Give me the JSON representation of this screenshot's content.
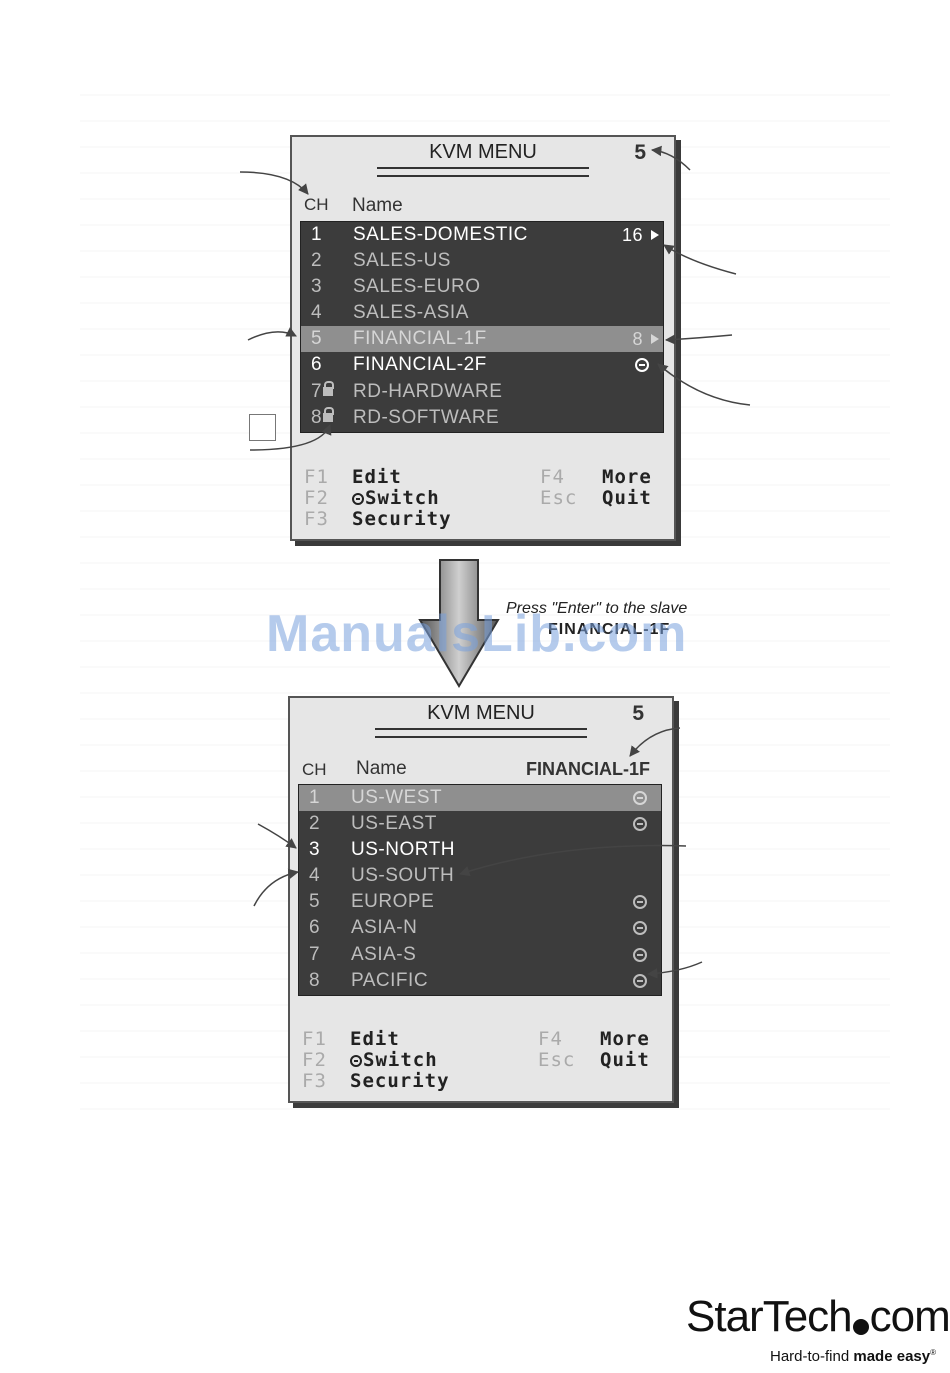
{
  "menu1": {
    "title": "KVM MENU",
    "count": "5",
    "col_ch": "CH",
    "col_name": "Name",
    "rows": [
      {
        "num": "1",
        "name": "SALES-DOMESTIC",
        "count": "16"
      },
      {
        "num": "2",
        "name": "SALES-US"
      },
      {
        "num": "3",
        "name": "SALES-EURO"
      },
      {
        "num": "4",
        "name": "SALES-ASIA"
      },
      {
        "num": "5",
        "name": "FINANCIAL-1F",
        "count": "8"
      },
      {
        "num": "6",
        "name": "FINANCIAL-2F"
      },
      {
        "num": "7",
        "name": "RD-HARDWARE"
      },
      {
        "num": "8",
        "name": "RD-SOFTWARE"
      }
    ],
    "fkeys": {
      "f1": "F1",
      "f1_label": "Edit",
      "f4": "F4",
      "f4_label": "More",
      "f2": "F2",
      "f2_label": "Switch",
      "esc": "Esc",
      "esc_label": "Quit",
      "f3": "F3",
      "f3_label": "Security"
    }
  },
  "caption": {
    "line1": "Press \"Enter\" to the slave",
    "line2": "FINANCIAL-1F"
  },
  "watermark": "ManualsLib.com",
  "menu2": {
    "title": "KVM MENU",
    "count": "5",
    "col_ch": "CH",
    "col_name": "Name",
    "slave": "FINANCIAL-1F",
    "rows": [
      {
        "num": "1",
        "name": "US-WEST"
      },
      {
        "num": "2",
        "name": "US-EAST"
      },
      {
        "num": "3",
        "name": "US-NORTH"
      },
      {
        "num": "4",
        "name": "US-SOUTH"
      },
      {
        "num": "5",
        "name": "EUROPE"
      },
      {
        "num": "6",
        "name": "ASIA-N"
      },
      {
        "num": "7",
        "name": "ASIA-S"
      },
      {
        "num": "8",
        "name": "PACIFIC"
      }
    ],
    "fkeys": {
      "f1": "F1",
      "f1_label": "Edit",
      "f4": "F4",
      "f4_label": "More",
      "f2": "F2",
      "f2_label": "Switch",
      "esc": "Esc",
      "esc_label": "Quit",
      "f3": "F3",
      "f3_label": "Security"
    }
  },
  "logo": {
    "brand_a": "StarTech",
    "brand_b": "com",
    "tagline_a": "Hard-to-find ",
    "tagline_b": "made easy",
    "reg": "®"
  }
}
